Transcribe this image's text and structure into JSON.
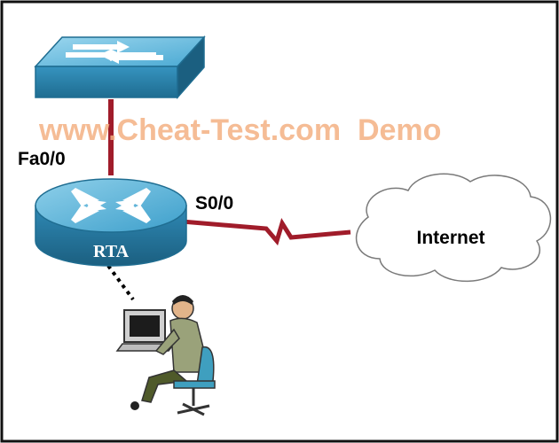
{
  "labels": {
    "switch_port": "Fa0/0",
    "router_port": "S0/0",
    "router_name": "RTA",
    "cloud": "Internet"
  },
  "watermark": "www.Cheat-Test.com  Demo",
  "colors": {
    "border": "#111111",
    "device_blue": "#3a9bc8",
    "device_top": "#7ec8e6",
    "device_dark": "#1f6d91",
    "link_red": "#a01c2a",
    "cloud_fill": "#ffffff",
    "cloud_stroke": "#7a7a7a",
    "watermark": "#f4b183"
  },
  "icons": [
    "switch-icon",
    "router-icon",
    "cloud-icon",
    "user-at-computer-icon"
  ]
}
